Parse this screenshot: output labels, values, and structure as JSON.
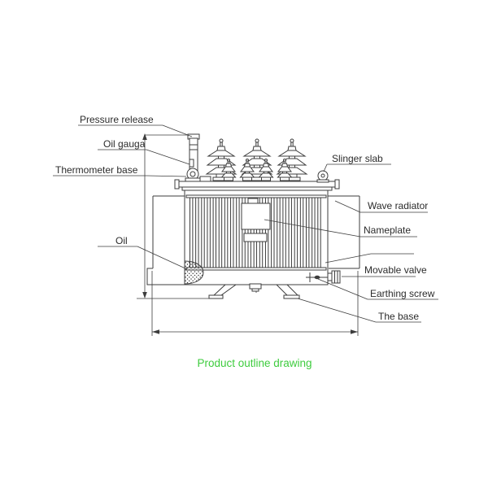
{
  "caption": {
    "text": "Product outline drawing",
    "color": "#3ecc3e"
  },
  "drawing": {
    "line_color": "#3d3d3d"
  },
  "labels": {
    "left": [
      {
        "text": "Pressure release"
      },
      {
        "text": "Oil gauga"
      },
      {
        "text": "Thermometer base"
      },
      {
        "text": "Oil"
      }
    ],
    "right": [
      {
        "text": "Slinger slab"
      },
      {
        "text": "Wave radiator"
      },
      {
        "text": "Nameplate"
      },
      {
        "text": "Movable valve"
      },
      {
        "text": "Earthing screw"
      },
      {
        "text": "The base"
      }
    ]
  },
  "radiator": {
    "fin_count": 23
  }
}
